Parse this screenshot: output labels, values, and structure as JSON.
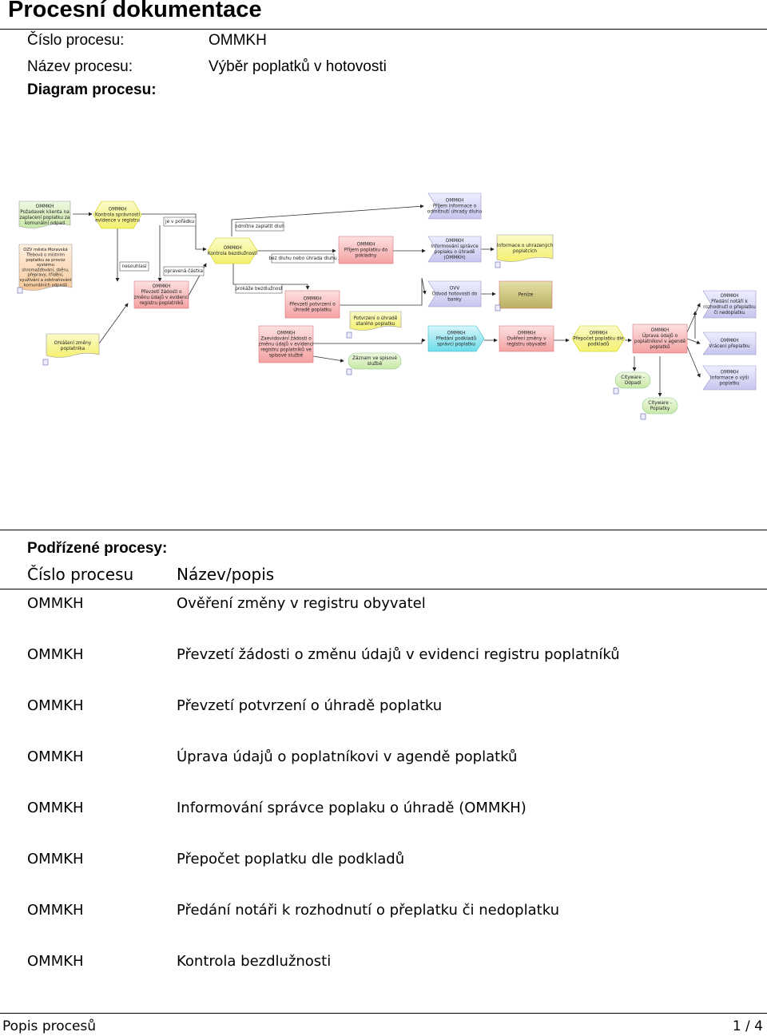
{
  "document": {
    "title": "Procesní dokumentace",
    "process_number_label": "Číslo procesu:",
    "process_number_value": "OMMKH",
    "process_name_label": "Název procesu:",
    "process_name_value": "Výběr poplatků v hotovosti",
    "diagram_label": "Diagram procesu:"
  },
  "diagram": {
    "nodes": [
      {
        "lines": [
          "OMMKH",
          "Požadavek klienta na",
          "zaplacení poplatku za",
          "komunální odpad"
        ]
      },
      {
        "lines": [
          "OMMKH",
          "Kontrola správnosti",
          "evidence v registru"
        ]
      },
      {
        "lines": [
          "je v pořádku"
        ]
      },
      {
        "lines": [
          "odmítne zaplatit dluh"
        ]
      },
      {
        "lines": [
          "OMMKH",
          "Příjem informace o",
          "odmítnutí úhrady dluhu"
        ]
      },
      {
        "lines": [
          "OZV města Moravská",
          "Třebová o místním",
          "poplatku za provoz",
          "systému",
          "shromažďování, sběru,",
          "přepravy, třídění,",
          "využívání a odstraňování",
          "komunálních odpadů"
        ]
      },
      {
        "lines": [
          "nesouhlasí"
        ]
      },
      {
        "lines": [
          "opravená částka"
        ]
      },
      {
        "lines": [
          "OMMKH",
          "Kontrola bezdlužnosti"
        ]
      },
      {
        "lines": [
          "bez dluhu nebo úhrada dluhu"
        ]
      },
      {
        "lines": [
          "OMMKH",
          "Příjem poplatku do",
          "pokladny"
        ]
      },
      {
        "lines": [
          "OMMKH",
          "Informování správce",
          "poplaku o úhradě",
          "(OMMKH)"
        ]
      },
      {
        "lines": [
          "Informace o uhrazených",
          "poplatcích"
        ]
      },
      {
        "lines": [
          "OMMKH",
          "Převzetí žádosti o",
          "změnu údajů v evidenci",
          "registru poplatníků"
        ]
      },
      {
        "lines": [
          "prokáže bezdlužnost"
        ]
      },
      {
        "lines": [
          "OMMKH",
          "Převzetí potvrzení o",
          "úhradě poplatku"
        ]
      },
      {
        "lines": [
          "OVV",
          "Odvod hotovosti do",
          "banky"
        ]
      },
      {
        "lines": [
          "Peníze"
        ]
      },
      {
        "lines": [
          "OMMKH",
          "Předání notáři k",
          "rozhodnutí o přeplatku",
          "či nedoplatku"
        ]
      },
      {
        "lines": [
          "Potvrzení o úhradě",
          "starého poplatku"
        ]
      },
      {
        "lines": [
          "Ohlášení změny",
          "poplatníka"
        ]
      },
      {
        "lines": [
          "OMMKH",
          "Zaevidování žádosti o",
          "změnu údajů v evidenci",
          "registru poplatníků ve",
          "spisové službě"
        ]
      },
      {
        "lines": [
          "OMMKH",
          "Předání podkladů",
          "správci poplatku"
        ]
      },
      {
        "lines": [
          "OMMKH",
          "Ověření změny v",
          "registru obyvatel"
        ]
      },
      {
        "lines": [
          "OMMKH",
          "Přepočet poplatku dle",
          "podkladů"
        ]
      },
      {
        "lines": [
          "OMMKH",
          "Úprava údajů o",
          "poplatníkovi v agendě",
          "poplatků"
        ]
      },
      {
        "lines": [
          "OMMKH",
          "Vrácení přeplatku"
        ]
      },
      {
        "lines": [
          "Záznam ve spisové",
          "službě"
        ]
      },
      {
        "lines": [
          "Cityware -",
          "Odpadí"
        ]
      },
      {
        "lines": [
          "OMMKH",
          "Informace o výši",
          "poplatku"
        ]
      },
      {
        "lines": [
          "Cityware -",
          "Poplatky"
        ]
      }
    ]
  },
  "subprocesses": {
    "heading": "Podřízené procesy:",
    "col_number": "Číslo procesu",
    "col_name": "Název/popis",
    "rows": [
      {
        "number": "OMMKH",
        "name": "Ověření změny v registru obyvatel"
      },
      {
        "number": "OMMKH",
        "name": "Převzetí žádosti o změnu údajů v evidenci registru poplatníků"
      },
      {
        "number": "OMMKH",
        "name": "Převzetí potvrzení o úhradě poplatku"
      },
      {
        "number": "OMMKH",
        "name": "Úprava údajů o poplatníkovi v agendě poplatků"
      },
      {
        "number": "OMMKH",
        "name": "Informování správce poplaku o úhradě (OMMKH)"
      },
      {
        "number": "OMMKH",
        "name": "Přepočet poplatku dle podkladů"
      },
      {
        "number": "OMMKH",
        "name": "Předání notáři k rozhodnutí o přeplatku či nedoplatku"
      },
      {
        "number": "OMMKH",
        "name": "Kontrola bezdlužnosti"
      }
    ]
  },
  "footer": {
    "left": "Popis procesů",
    "right": "1 / 4"
  }
}
